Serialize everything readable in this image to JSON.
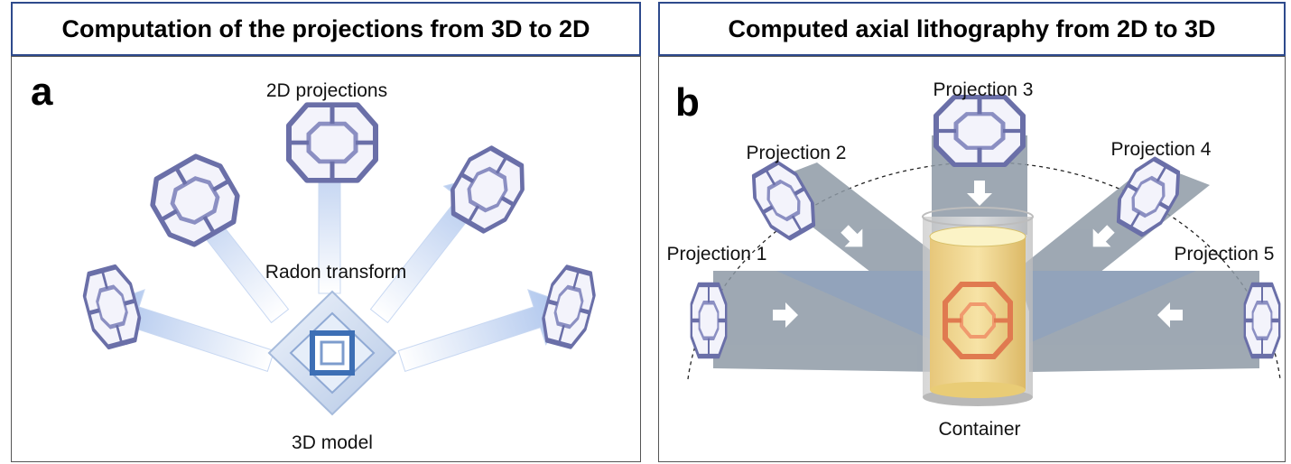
{
  "panel_a": {
    "header": "Computation of the projections from 3D to 2D",
    "letter": "a",
    "label_projections": "2D projections",
    "label_transform": "Radon transform",
    "label_model": "3D model"
  },
  "panel_b": {
    "header": "Computed axial lithography from 2D to 3D",
    "letter": "b",
    "projections": [
      "Projection 1",
      "Projection 2",
      "Projection 3",
      "Projection 4",
      "Projection 5"
    ],
    "label_container": "Container"
  },
  "colors": {
    "header_border": "#2e4a8c",
    "lattice": "#6a6fa8",
    "arrow_fill": "#b9cdee",
    "beam": "#8e9aa6",
    "resin": "#f3d98a",
    "printed_part": "#e07a50"
  }
}
